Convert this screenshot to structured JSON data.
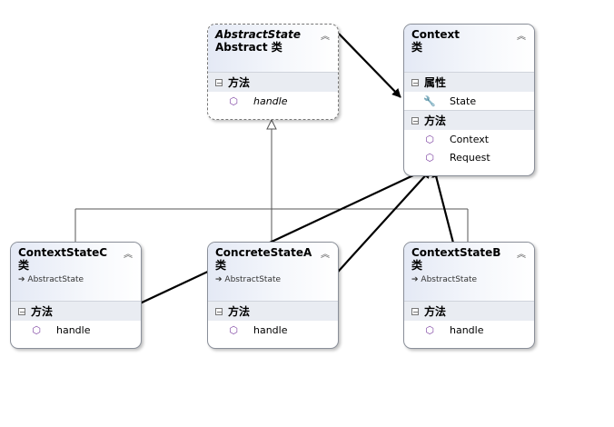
{
  "classes": {
    "abstract_state": {
      "name": "AbstractState",
      "kind": "Abstract 类",
      "sections": [
        {
          "label": "方法",
          "members": [
            {
              "name": "handle",
              "icon": "method-icon"
            }
          ]
        }
      ]
    },
    "context": {
      "name": "Context",
      "kind": "类",
      "sections": [
        {
          "label": "属性",
          "members": [
            {
              "name": "State",
              "icon": "wrench-icon"
            }
          ]
        },
        {
          "label": "方法",
          "members": [
            {
              "name": "Context",
              "icon": "method-icon"
            },
            {
              "name": "Request",
              "icon": "method-icon"
            }
          ]
        }
      ]
    },
    "context_state_c": {
      "name": "ContextStateC",
      "kind": "类",
      "base": "AbstractState",
      "sections": [
        {
          "label": "方法",
          "members": [
            {
              "name": "handle",
              "icon": "method-icon"
            }
          ]
        }
      ]
    },
    "concrete_state_a": {
      "name": "ConcreteStateA",
      "kind": "类",
      "base": "AbstractState",
      "sections": [
        {
          "label": "方法",
          "members": [
            {
              "name": "handle",
              "icon": "method-icon"
            }
          ]
        }
      ]
    },
    "context_state_b": {
      "name": "ContextStateB",
      "kind": "类",
      "base": "AbstractState",
      "sections": [
        {
          "label": "方法",
          "members": [
            {
              "name": "handle",
              "icon": "method-icon"
            }
          ]
        }
      ]
    }
  },
  "icons": {
    "collapse": "︽",
    "method": "⬡",
    "wrench": "🔧",
    "base_arrow": "➔",
    "minus": "−"
  },
  "colors": {
    "header_gradient_start": "#e4e9f5",
    "border": "#8a8f99",
    "method_icon": "#7b3fa0"
  }
}
